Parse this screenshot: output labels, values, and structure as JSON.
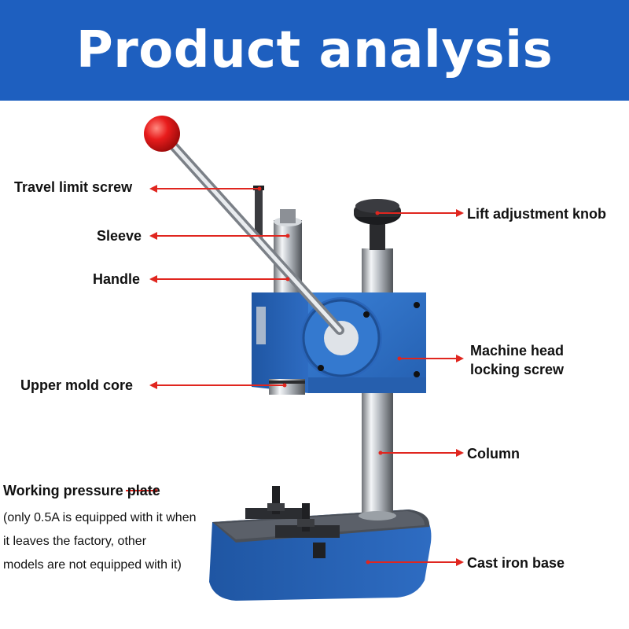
{
  "header": {
    "title": "Product analysis"
  },
  "colors": {
    "banner": "#1e5fbf",
    "machine_blue": "#2f72c9",
    "arrow": "#e0261f",
    "knob_red": "#e11414"
  },
  "labels": {
    "travel_limit_screw": "Travel limit screw",
    "sleeve": "Sleeve",
    "handle": "Handle",
    "upper_mold_core": "Upper mold core",
    "lift_adjustment_knob": "Lift adjustment knob",
    "machine_head_locking_screw_line1": "Machine head",
    "machine_head_locking_screw_line2": "locking screw",
    "column": "Column",
    "working_pressure_plate": "Working pressure plate",
    "cast_iron_base": "Cast iron base"
  },
  "notes": {
    "line1": "(only 0.5A is equipped with it when",
    "line2": "it leaves the factory, other",
    "line3": "models are not equipped with it)"
  }
}
